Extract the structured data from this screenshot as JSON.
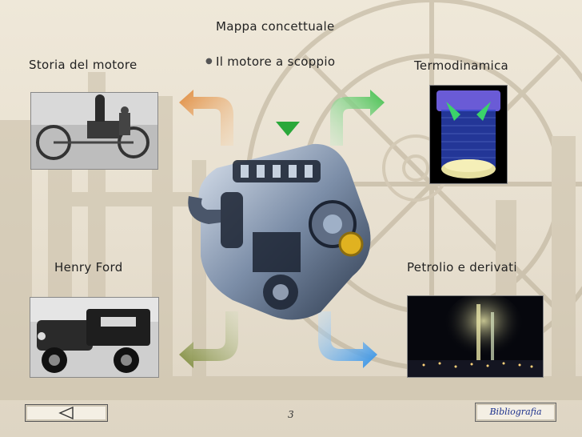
{
  "header": {
    "title": "Mappa concettuale",
    "subtitle": "Il motore a scoppio"
  },
  "topics": {
    "storia": "Storia del motore",
    "termodinamica": "Termodinamica",
    "ford": "Henry Ford",
    "petrolio": "Petrolio e derivati"
  },
  "icons": {
    "back": "triangle-left-icon",
    "down": "down-arrow-icon"
  },
  "colors": {
    "arrow_top_left": "#e08a3c",
    "arrow_top_right": "#3fbf4a",
    "arrow_bottom_left": "#7d8a3a",
    "arrow_bottom_right": "#2e8fe6",
    "arrow_down": "#2aa83a",
    "bibliografia_text": "#1a2f8c"
  },
  "footer": {
    "page_number": "3",
    "bibliografia": "Bibliografia"
  }
}
